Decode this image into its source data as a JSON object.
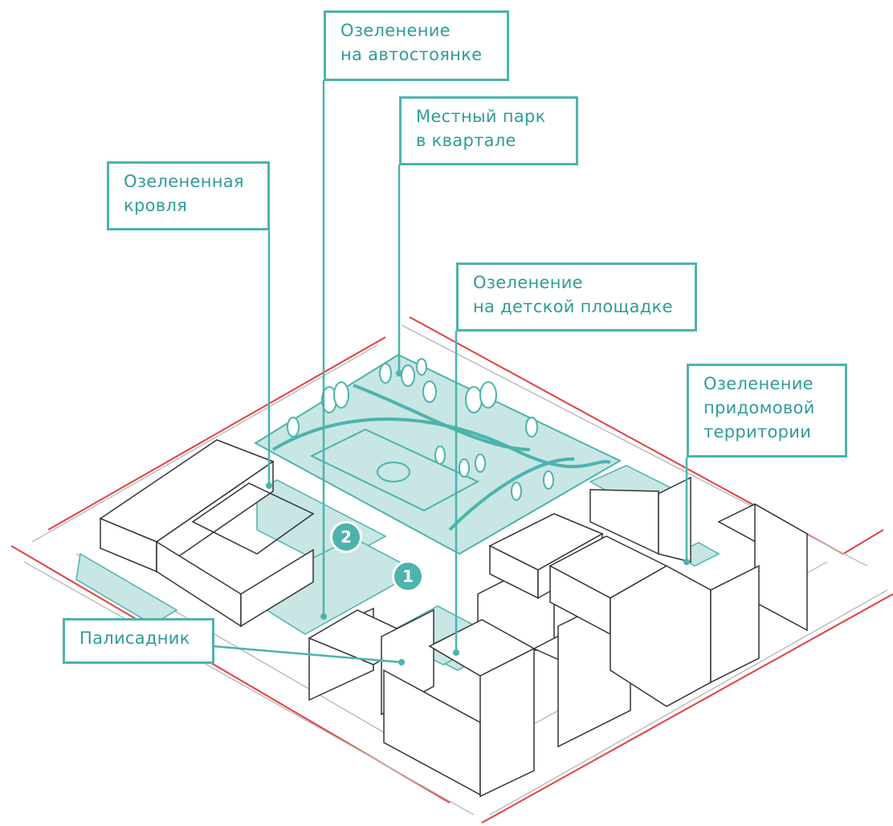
{
  "callouts": {
    "parking": {
      "line1": "Озеленение",
      "line2": "на автостоянке"
    },
    "park": {
      "line1": "Местный парк",
      "line2": "в квартале"
    },
    "roof": {
      "line1": "Озелененная",
      "line2": "кровля"
    },
    "playground": {
      "line1": "Озеленение",
      "line2": "на детской площадке"
    },
    "yard": {
      "line1": "Озеленение",
      "line2": "придомовой",
      "line3": "территории"
    },
    "front_garden": {
      "line1": "Палисадник"
    }
  },
  "markers": {
    "m1": "1",
    "m2": "2"
  },
  "colors": {
    "teal": "#4cb3ad",
    "teal_fill": "#c8e6e4",
    "red_boundary": "#e0403f",
    "outline": "#333333"
  }
}
